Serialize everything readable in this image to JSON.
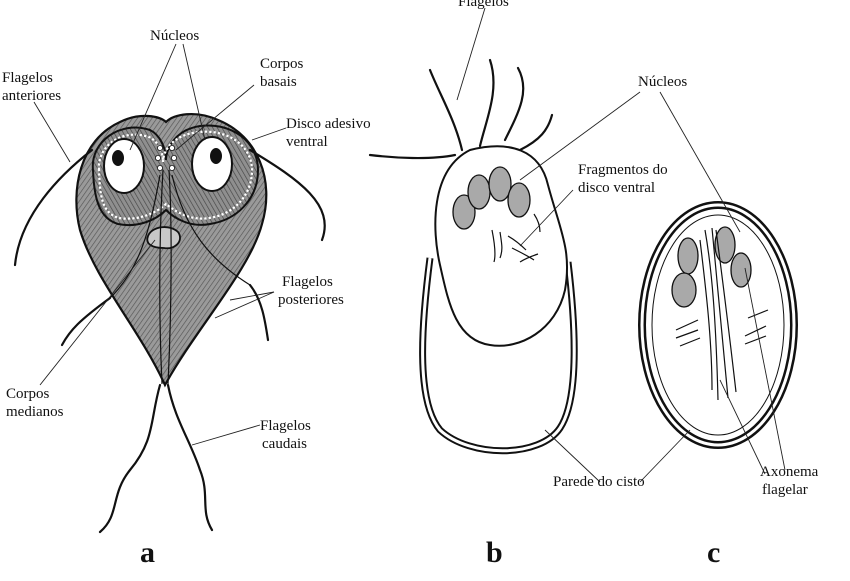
{
  "labels": {
    "nucleos_a": "Núcleos",
    "corpos_basais_1": "Corpos",
    "corpos_basais_2": "basais",
    "flagelos_anteriores_1": "Flagelos",
    "flagelos_anteriores_2": "anteriores",
    "disco_adesivo_1": "Disco adesivo",
    "disco_adesivo_2": "ventral",
    "flagelos_posteriores_1": "Flagelos",
    "flagelos_posteriores_2": "posteriores",
    "corpos_medianos_1": "Corpos",
    "corpos_medianos_2": "medianos",
    "flagelos_caudais_1": "Flagelos",
    "flagelos_caudais_2": "caudais",
    "flagelos_b": "Flagelos",
    "nucleos_bc": "Núcleos",
    "fragmentos_1": "Fragmentos do",
    "fragmentos_2": "disco ventral",
    "parede_cisto": "Parede do cisto",
    "axonema_1": "Axonema",
    "axonema_2": "flagelar"
  },
  "panels": {
    "a": "a",
    "b": "b",
    "c": "c"
  },
  "colors": {
    "ink": "#111111",
    "nucleus_grey": "#a9a9a9",
    "body_shade": "#8a8a8a"
  }
}
